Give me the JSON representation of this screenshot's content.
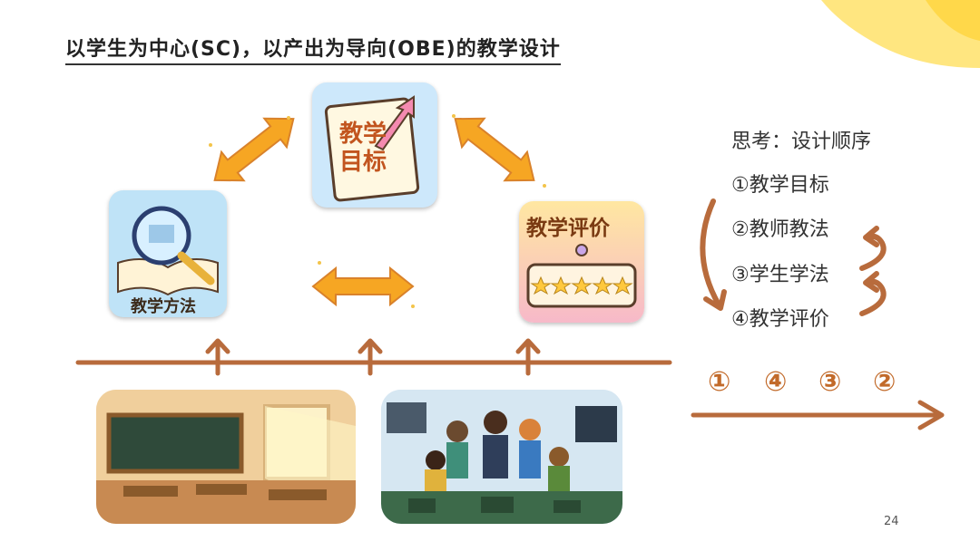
{
  "slide": {
    "title": "以学生为中心(SC)，以产出为导向(OBE)的教学设计",
    "page_number": "24"
  },
  "diagram": {
    "goal_label_line1": "教学",
    "goal_label_line2": "目标",
    "method_label": "教学方法",
    "evaluation_label": "教学评价"
  },
  "side_panel": {
    "heading": "思考：设计顺序",
    "steps": [
      "①教学目标",
      "②教师教法",
      "③学生学法",
      "④教学评价"
    ]
  },
  "sequence": [
    "①",
    "④",
    "③",
    "②"
  ],
  "colors": {
    "brown": "#b86b3c",
    "orange": "#f6a623",
    "yellow": "#ffe680"
  }
}
